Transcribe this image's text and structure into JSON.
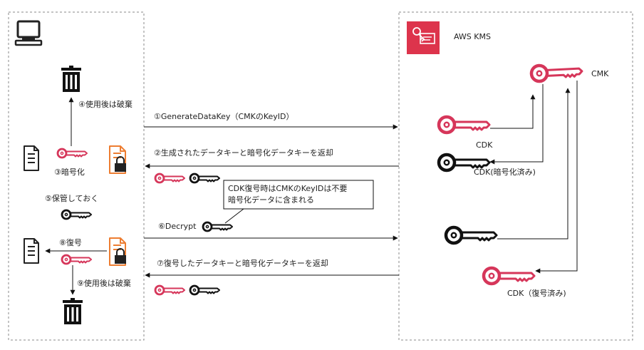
{
  "kms": {
    "title": "AWS KMS"
  },
  "keys": {
    "cmk": "CMK",
    "cdk": "CDK",
    "cdk_encrypted": "CDK(暗号化済み)",
    "cdk_decrypted": "CDK（復号済み)"
  },
  "steps": {
    "s1": "①GenerateDataKey（CMKのKeyID）",
    "s2": "②生成されたデータキーと暗号化データキーを返却",
    "s3": "③暗号化",
    "s4": "④使用後は破棄",
    "s5": "⑤保管しておく",
    "s6": "⑥Decrypt",
    "s7": "⑦復号したデータキーと暗号化データキーを返却",
    "s8": "⑧復号",
    "s9": "⑨使用後は破棄"
  },
  "note": {
    "line1": "CDK復号時はCMKのKeyIDは不要",
    "line2": "暗号化データに含まれる"
  },
  "colors": {
    "red": "#d6365a",
    "kms_bg": "#dd344c",
    "orange": "#ed7d31",
    "black": "#111111",
    "border": "#888888"
  },
  "icons": {
    "computer": "computer-icon",
    "trash": "trash-icon",
    "document": "document-icon",
    "locked_doc": "locked-document-icon",
    "key": "key-icon",
    "kms": "kms-icon"
  }
}
